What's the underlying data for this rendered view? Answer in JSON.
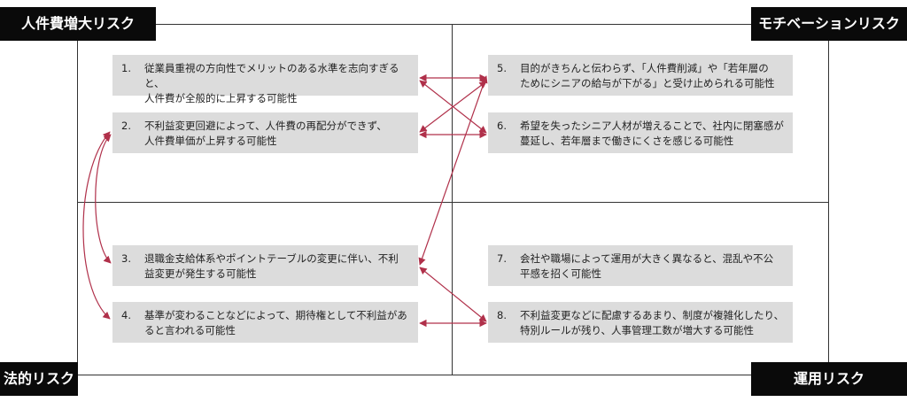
{
  "corners": {
    "top_left": "人件費増大リスク",
    "top_right": "モチベーションリスク",
    "bottom_left": "法的リスク",
    "bottom_right": "運用リスク"
  },
  "items": [
    {
      "num": "1.",
      "text": "従業員重視の方向性でメリットのある水準を志向すぎると、\n人件費が全般的に上昇する可能性"
    },
    {
      "num": "2.",
      "text": "不利益変更回避によって、人件費の再配分ができず、\n人件費単価が上昇する可能性"
    },
    {
      "num": "3.",
      "text": "退職金支給体系やポイントテーブルの変更に伴い、不利\n益変更が発生する可能性"
    },
    {
      "num": "4.",
      "text": "基準が変わることなどによって、期待権として不利益があ\nると言われる可能性"
    },
    {
      "num": "5.",
      "text": "目的がきちんと伝わらず、「人件費削減」や「若年層の\nためにシニアの給与が下がる」と受け止められる可能性"
    },
    {
      "num": "6.",
      "text": "希望を失ったシニア人材が増えることで、社内に閉塞感が\n蔓延し、若年層まで働きにくさを感じる可能性"
    },
    {
      "num": "7.",
      "text": "会社や職場によって運用が大きく異なると、混乱や不公\n平感を招く可能性"
    },
    {
      "num": "8.",
      "text": "不利益変更などに配慮するあまり、制度が複雑化したり、\n特別ルールが残り、人事管理工数が増大する可能性"
    }
  ],
  "colors": {
    "arrow": "#b0304a",
    "box": "#dcdcdc",
    "corner": "#0a0a0a"
  }
}
